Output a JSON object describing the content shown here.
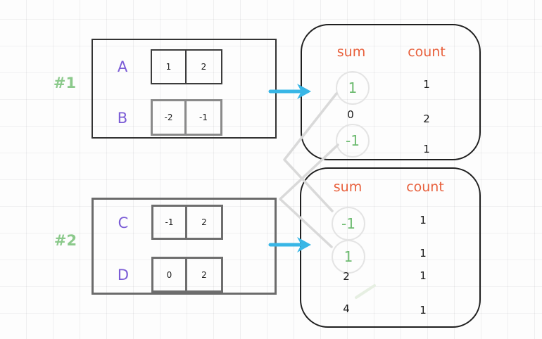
{
  "palette": {
    "purple_array_labels": "#7b5cd6",
    "green_group_labels": "#8bc98b",
    "green_highlight_values": "#6dbb70",
    "coral_headers": "#e8603c",
    "cyan_arrows": "#38b6e6",
    "gray_connectors": "#d9d9d9",
    "black_ink": "#1c1c1c",
    "gray_cell_border": "#6e6e6e"
  },
  "groups": [
    {
      "id": "#1",
      "arrays": [
        {
          "name": "A",
          "cells": [
            "1",
            "2"
          ]
        },
        {
          "name": "B",
          "cells": [
            "-2",
            "-1"
          ]
        }
      ]
    },
    {
      "id": "#2",
      "arrays": [
        {
          "name": "C",
          "cells": [
            "-1",
            "2"
          ]
        },
        {
          "name": "D",
          "cells": [
            "0",
            "2"
          ]
        }
      ]
    }
  ],
  "tables": [
    {
      "sum_header": "sum",
      "count_header": "count",
      "rows": [
        {
          "sum": "1",
          "count": "1",
          "highlighted": true
        },
        {
          "sum": "0",
          "count": "2",
          "highlighted": false
        },
        {
          "sum": "-1",
          "count": "1",
          "highlighted": true
        }
      ]
    },
    {
      "sum_header": "sum",
      "count_header": "count",
      "rows": [
        {
          "sum": "-1",
          "count": "1",
          "highlighted": true
        },
        {
          "sum": "1",
          "count": "1",
          "highlighted": true
        },
        {
          "sum": "2",
          "count": "1",
          "highlighted": false
        },
        {
          "sum": "4",
          "count": "1",
          "highlighted": false
        }
      ]
    }
  ]
}
